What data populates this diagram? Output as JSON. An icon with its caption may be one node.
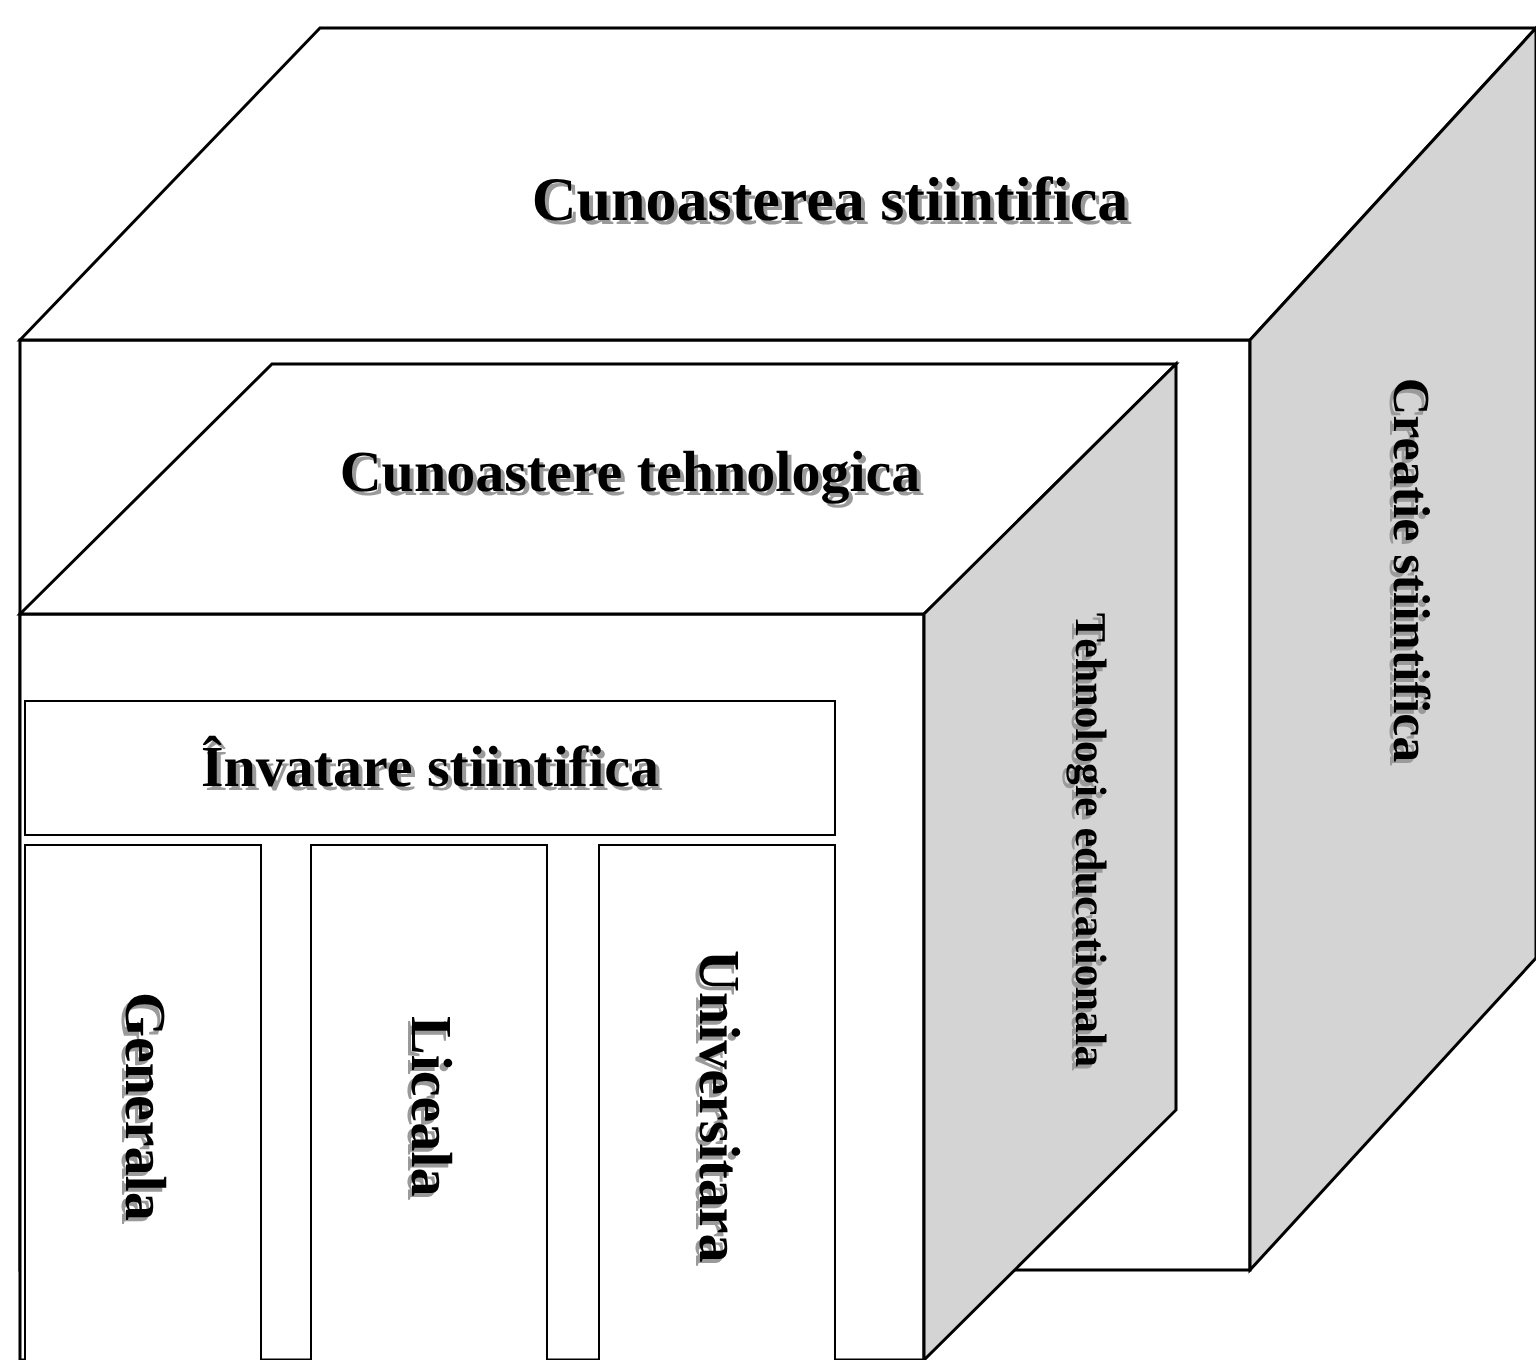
{
  "diagram": {
    "nodes": [
      {
        "text": [
          "Cunoasterea stiintifica",
          "Creatie stiintifica"
        ]
      },
      {
        "text": [
          "Cunoastere tehnologica",
          "Tehnologie educationala"
        ],
        "in": 0
      },
      {
        "text": [
          "Învatare stiintifica"
        ],
        "in": 1
      },
      {
        "text": [
          "Generala"
        ],
        "in": 1
      },
      {
        "text": [
          "Liceala"
        ],
        "in": 1
      },
      {
        "text": [
          "Universitara"
        ],
        "in": 1
      }
    ]
  }
}
